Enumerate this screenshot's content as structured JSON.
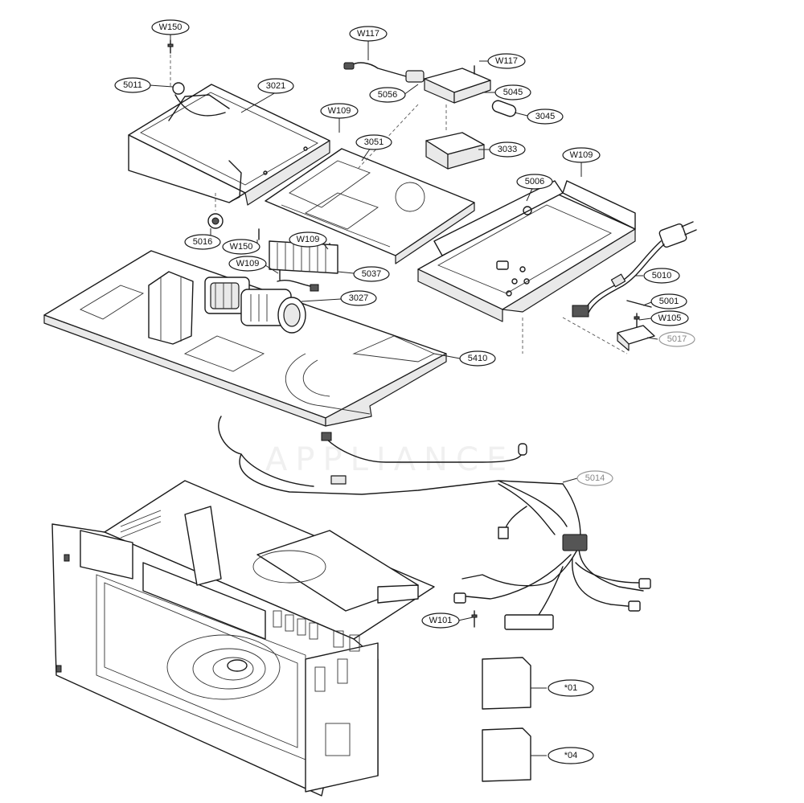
{
  "callouts": {
    "W150_top": "W150",
    "W117_a": "W117",
    "W117_b": "W117",
    "c5011": "5011",
    "c3021": "3021",
    "c5056": "5056",
    "c5045": "5045",
    "c3045": "3045",
    "W109_a": "W109",
    "c3051": "3051",
    "c3033": "3033",
    "W109_b": "W109",
    "c5006": "5006",
    "c5016": "5016",
    "W150_mid": "W150",
    "W109_c": "W109",
    "W109_d": "W109",
    "c5037": "5037",
    "c3027": "3027",
    "c5010": "5010",
    "c5001": "5001",
    "W105": "W105",
    "c5017": "5017",
    "c5410": "5410",
    "c5014": "5014",
    "W101": "W101",
    "n01": "*01",
    "n04": "*04"
  }
}
